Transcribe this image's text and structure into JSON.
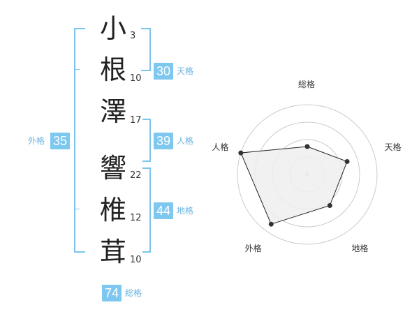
{
  "name": {
    "characters": [
      {
        "char": "小",
        "strokes": "3"
      },
      {
        "char": "根",
        "strokes": "10"
      },
      {
        "char": "澤",
        "strokes": "17"
      },
      {
        "char": "響",
        "strokes": "22"
      },
      {
        "char": "椎",
        "strokes": "12"
      },
      {
        "char": "茸",
        "strokes": "10"
      }
    ]
  },
  "scores": {
    "tenkaku": {
      "value": "30",
      "label": "天格"
    },
    "jinkaku": {
      "value": "39",
      "label": "人格"
    },
    "chikaku": {
      "value": "44",
      "label": "地格"
    },
    "gaikaku": {
      "value": "35",
      "label": "外格"
    },
    "soukaku": {
      "value": "74",
      "label": "総格"
    }
  },
  "chart_data": {
    "type": "radar",
    "axes": [
      "総格",
      "天格",
      "地格",
      "外格",
      "人格"
    ],
    "values": [
      0.4,
      0.6,
      0.55,
      0.88,
      1.0
    ],
    "rings": 4,
    "colors": {
      "fill": "#efefef",
      "stroke": "#222222",
      "grid": "#cccccc",
      "point": "#333333",
      "center": "#cccccc"
    }
  },
  "colors": {
    "accent": "#7ec8f0",
    "bracket": "#7cc4ee"
  }
}
